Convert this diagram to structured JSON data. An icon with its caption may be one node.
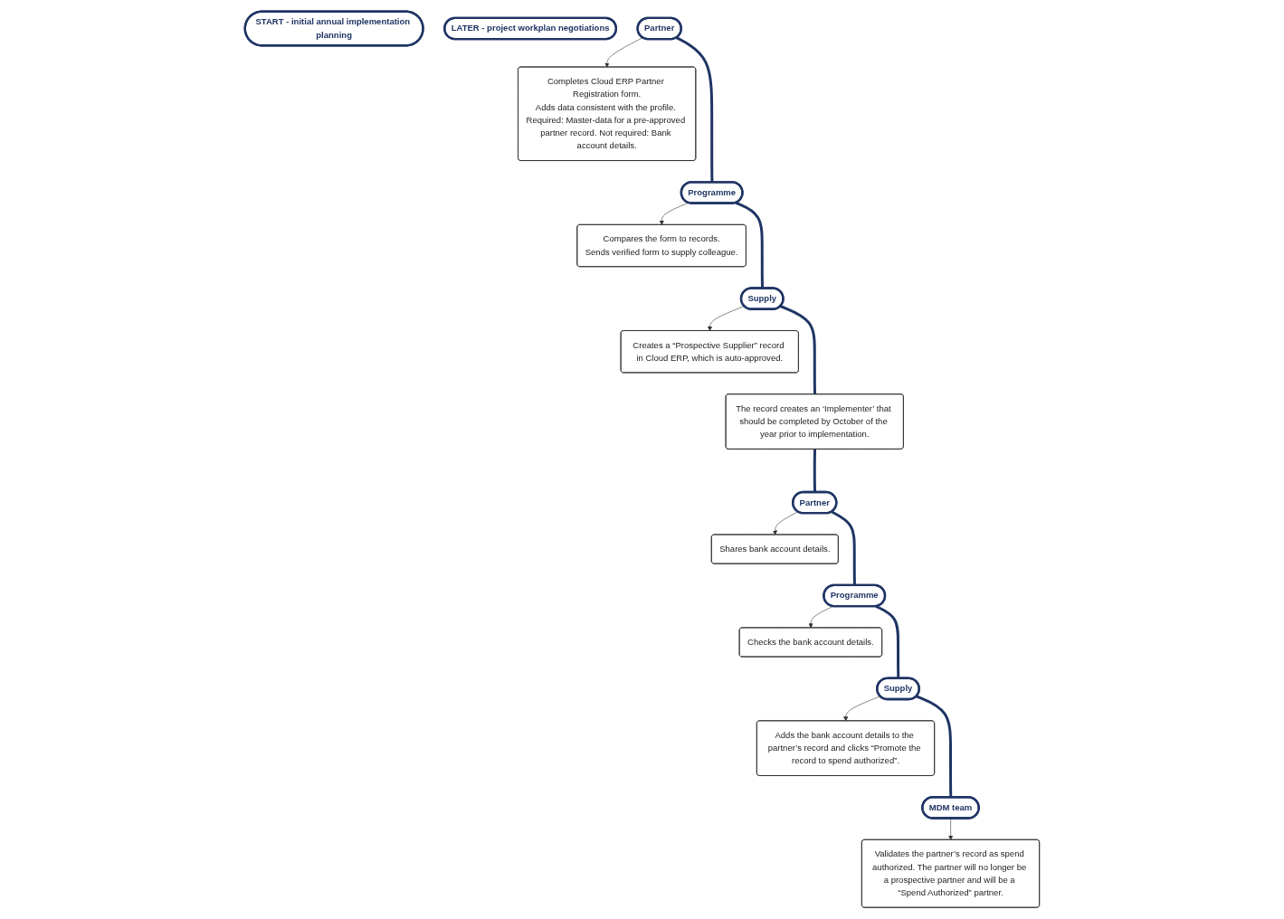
{
  "diagram": {
    "nodes": [
      {
        "text": [
          "START - initial annual implementation planning"
        ]
      },
      {
        "text": [
          "LATER - project workplan negotiations"
        ]
      },
      {
        "text": [
          "Partner"
        ]
      },
      {
        "text": [
          "Completes Cloud ERP Partner Registration form.",
          "Adds data consistent with the profile. Required: Master-data for a pre-approved partner record. Not required: Bank account details."
        ]
      },
      {
        "text": [
          "Programme"
        ]
      },
      {
        "text": [
          "Compares the form to records.",
          "Sends verified form to supply colleague."
        ]
      },
      {
        "text": [
          "Supply"
        ]
      },
      {
        "text": [
          "Creates a “Prospective Supplier” record in Cloud ERP, which is auto-approved."
        ]
      },
      {
        "text": [
          "The record creates an ‘Implementer’ that should be completed by October of the year prior to implementation."
        ]
      },
      {
        "text": [
          "Partner"
        ]
      },
      {
        "text": [
          "Shares bank account details."
        ]
      },
      {
        "text": [
          "Programme"
        ]
      },
      {
        "text": [
          "Checks the bank account details."
        ]
      },
      {
        "text": [
          "Supply"
        ]
      },
      {
        "text": [
          "Adds the bank account details to the partner’s record and clicks “Promote the record to spend authorized”."
        ]
      },
      {
        "text": [
          "MDM team"
        ]
      },
      {
        "text": [
          "Validates the partner’s record as spend authorized. The partner will no longer be a prospective partner and will be a “Spend Authorized” partner."
        ]
      }
    ],
    "edges": [
      {
        "from": 2,
        "to": 3,
        "arrow": "to"
      },
      {
        "from": 2,
        "to": 4,
        "arrow": "none",
        "style": "thick",
        "color": "#1f3464"
      },
      {
        "from": 4,
        "to": 5,
        "arrow": "to"
      },
      {
        "from": 4,
        "to": 6,
        "arrow": "none",
        "style": "thick",
        "color": "#1f3464"
      },
      {
        "from": 6,
        "to": 7,
        "arrow": "to"
      },
      {
        "from": 6,
        "to": 8,
        "arrow": "none",
        "style": "thick",
        "color": "#1f3464"
      },
      {
        "from": 8,
        "to": 9,
        "arrow": "none",
        "style": "thick",
        "color": "#1f3464"
      },
      {
        "from": 9,
        "to": 10,
        "arrow": "to"
      },
      {
        "from": 9,
        "to": 11,
        "arrow": "none",
        "style": "thick",
        "color": "#1f3464"
      },
      {
        "from": 11,
        "to": 12,
        "arrow": "to"
      },
      {
        "from": 11,
        "to": 13,
        "arrow": "none",
        "style": "thick",
        "color": "#1f3464"
      },
      {
        "from": 13,
        "to": 14,
        "arrow": "to"
      },
      {
        "from": 13,
        "to": 15,
        "arrow": "none",
        "style": "thick",
        "color": "#1f3464"
      },
      {
        "from": 15,
        "to": 16,
        "arrow": "to"
      }
    ]
  }
}
